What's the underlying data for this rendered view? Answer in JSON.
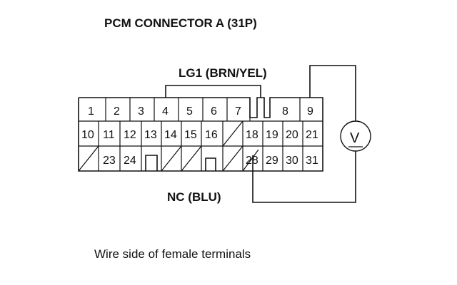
{
  "connector_title": "PCM CONNECTOR A (31P)",
  "probe_top_label": "LG1 (BRN/YEL)",
  "probe_bottom_label": "NC (BLU)",
  "caption": "Wire side of female terminals",
  "meter_symbol": "V",
  "terminals": {
    "row1": [
      "1",
      "2",
      "3",
      "4",
      "5",
      "6",
      "7",
      "8",
      "9"
    ],
    "row2": [
      "10",
      "11",
      "12",
      "13",
      "14",
      "15",
      "16",
      "18",
      "19",
      "20",
      "21"
    ],
    "row3": [
      "23",
      "24",
      "28",
      "29",
      "30",
      "31"
    ]
  }
}
